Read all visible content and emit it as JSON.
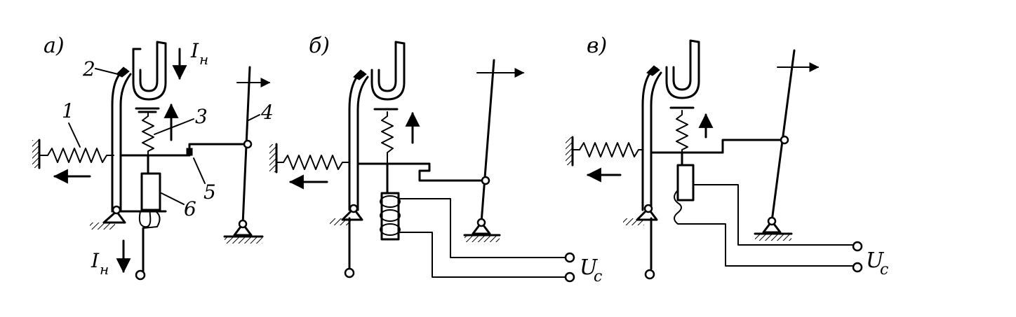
{
  "panels": {
    "a": {
      "label": "а)"
    },
    "b": {
      "label": "б)"
    },
    "c": {
      "label": "в)"
    }
  },
  "callouts": {
    "n1": "1",
    "n2": "2",
    "n3": "3",
    "n4": "4",
    "n5": "5",
    "n6": "6"
  },
  "current": {
    "base": "I",
    "sub": "н"
  },
  "voltage": {
    "base": "U",
    "sub": "c"
  }
}
